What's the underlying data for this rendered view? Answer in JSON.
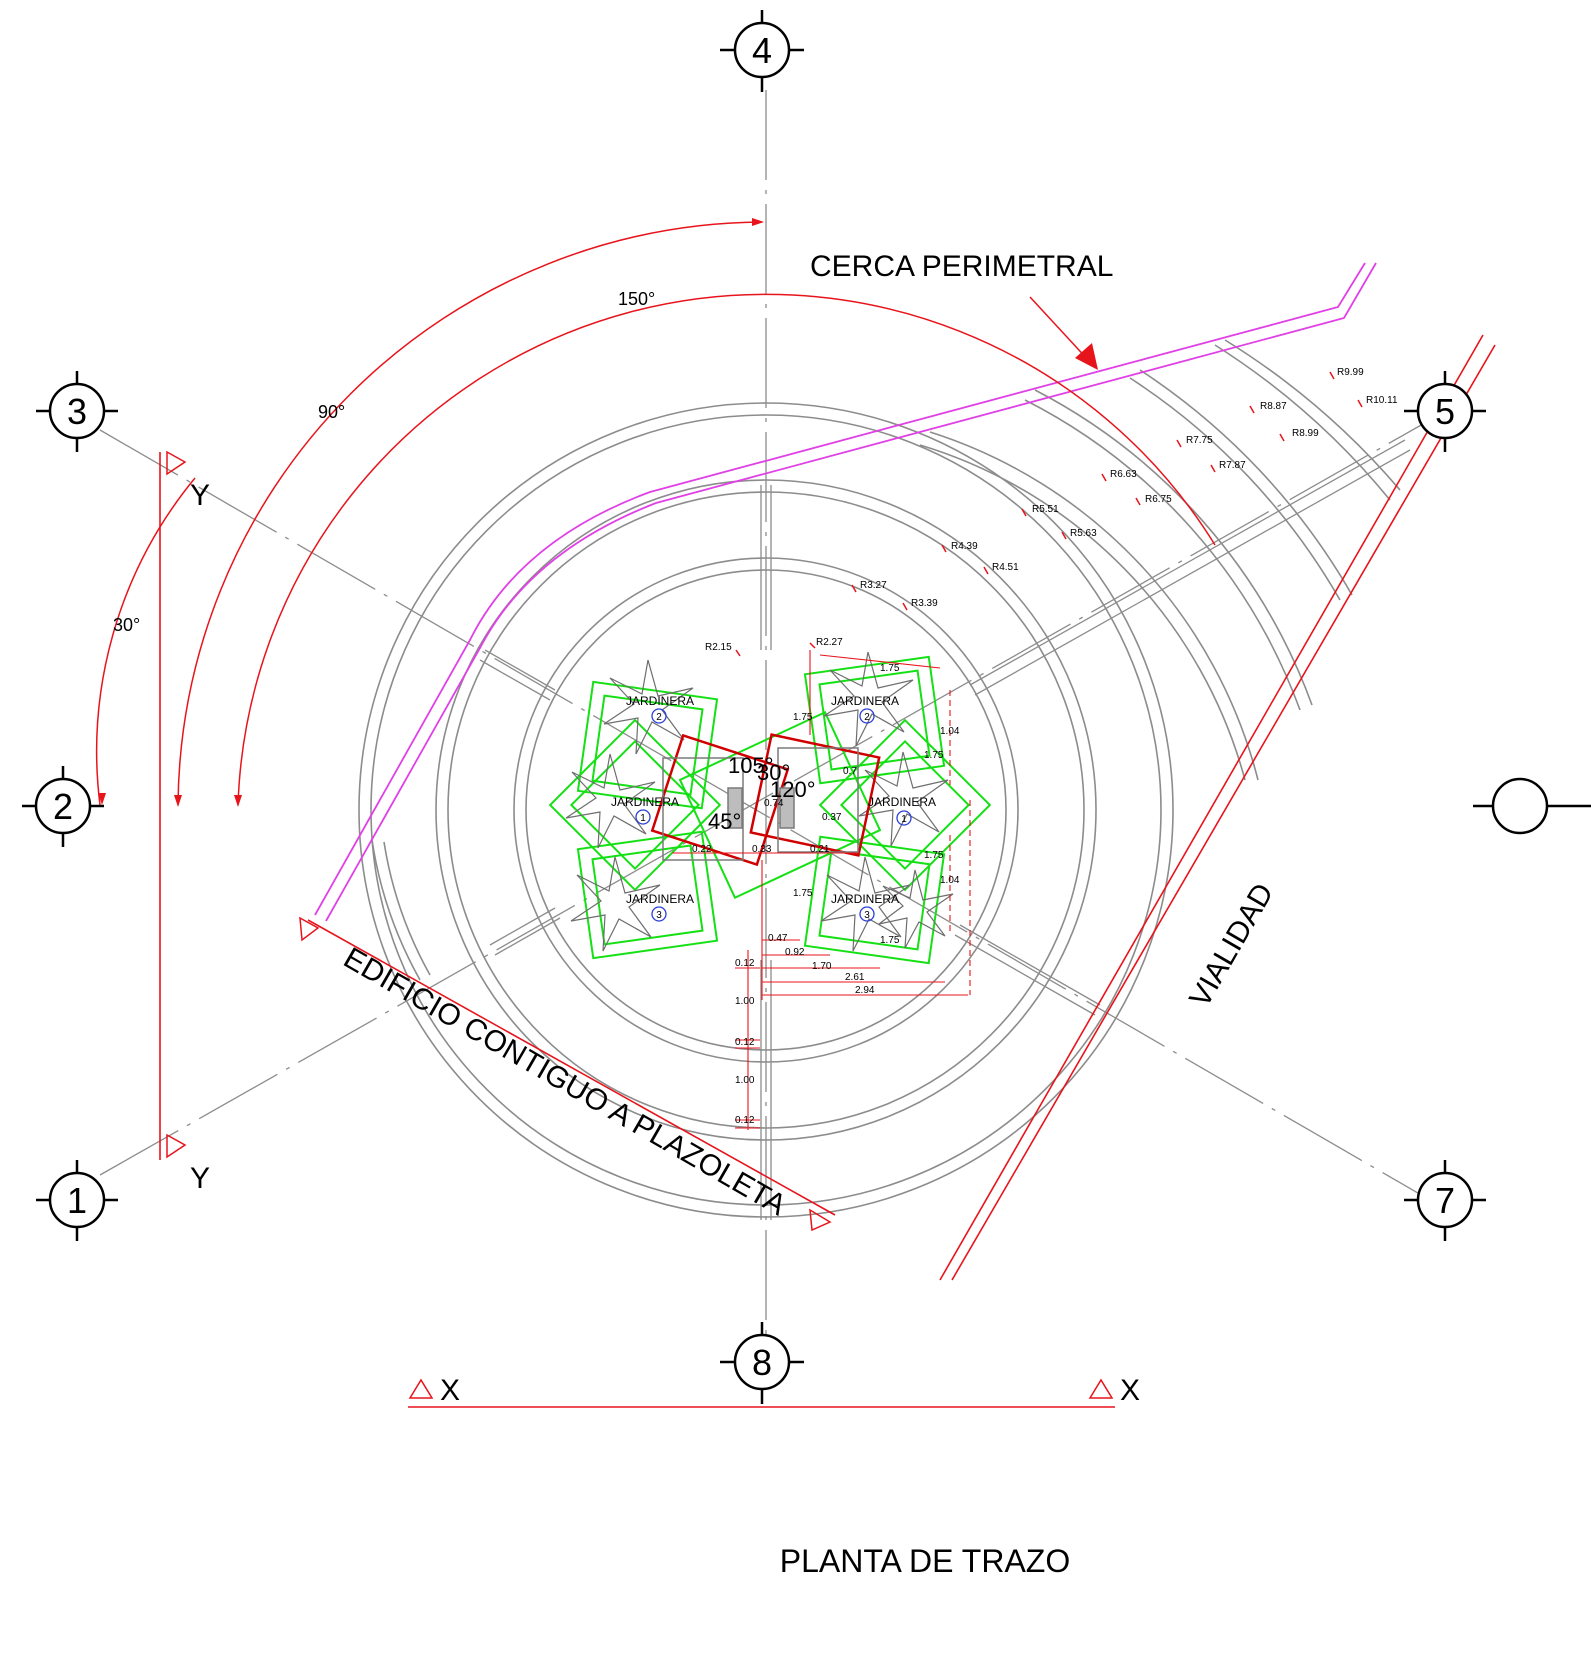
{
  "title": "PLANTA DE TRAZO",
  "labels": {
    "cerca": "CERCA PERIMETRAL",
    "vialidad": "VIALIDAD",
    "edificio": "EDIFICIO CONTIGUO A PLAZOLETA"
  },
  "axes": {
    "a1": "1",
    "a2": "2",
    "a3": "3",
    "a4": "4",
    "a5": "5",
    "a7": "7",
    "a8": "8"
  },
  "sections": {
    "y": "Y",
    "x": "X"
  },
  "angles": {
    "a150": "150°",
    "a90": "90°",
    "a30": "30°",
    "a105": "105°",
    "a30b": "30°",
    "a120": "120°",
    "a45": "45°"
  },
  "radii": {
    "r215": "R2.15",
    "r227": "R2.27",
    "r327": "R3.27",
    "r339": "R3.39",
    "r439": "R4.39",
    "r451": "R4.51",
    "r551": "R5.51",
    "r563": "R5.63",
    "r663": "R6.63",
    "r675": "R6.75",
    "r775": "R7.75",
    "r787": "R7.87",
    "r887": "R8.87",
    "r899": "R8.99",
    "r999": "R9.99",
    "r1011": "R10.11"
  },
  "planter": {
    "name": "JARDINERA",
    "n1": "1",
    "n2": "2",
    "n3": "3"
  },
  "dims": {
    "d175a": "1.75",
    "d175b": "1.75",
    "d104a": "1.04",
    "d175c": "1.75",
    "d175d": "1.75",
    "d104b": "1.04",
    "d175e": "1.75",
    "d175f": "1.75",
    "d047": "0.47",
    "d092": "0.92",
    "d170": "1.70",
    "d261": "2.61",
    "d294": "2.94",
    "d012a": "0.12",
    "d100a": "1.00",
    "d012b": "0.12",
    "d100b": "1.00",
    "d012c": "0.12",
    "d022": "0.22",
    "d033": "0.33",
    "d021": "0.21",
    "d071": "0.7",
    "d074": "0.74",
    "d037": "0.37"
  },
  "colors": {
    "red": "#e8141b",
    "green": "#14e014",
    "magenta": "#e040e6",
    "gray": "#8c8c8c",
    "black": "#000000"
  }
}
